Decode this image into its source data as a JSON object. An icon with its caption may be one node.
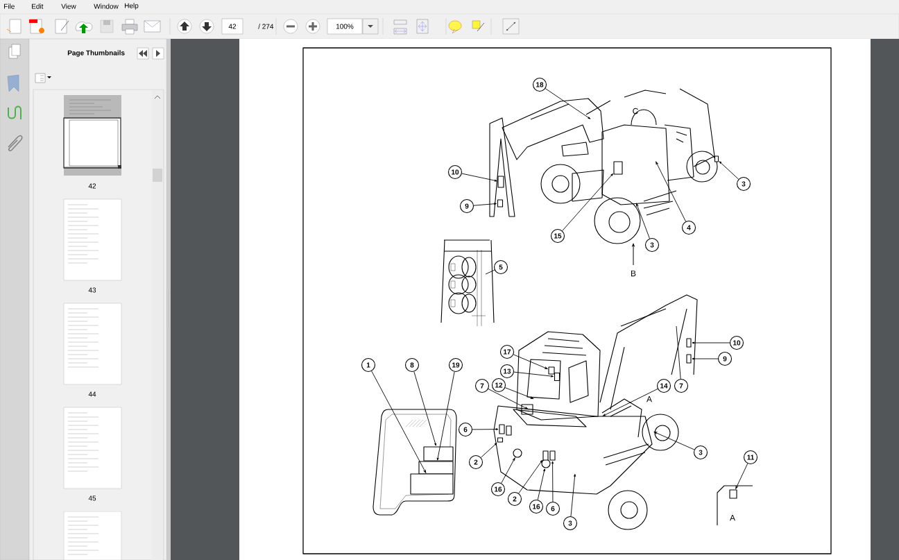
{
  "diagram": {
    "nodes": [
      {
        "text": [
          "18"
        ]
      },
      {
        "text": [
          "10"
        ]
      },
      {
        "text": [
          "3"
        ]
      },
      {
        "text": [
          "9"
        ]
      },
      {
        "text": [
          "4"
        ]
      },
      {
        "text": [
          "15"
        ]
      },
      {
        "text": [
          "3"
        ]
      },
      {
        "text": [
          "5"
        ]
      },
      {
        "text": [
          "10"
        ]
      },
      {
        "text": [
          "17"
        ]
      },
      {
        "text": [
          "9"
        ]
      },
      {
        "text": [
          "1"
        ]
      },
      {
        "text": [
          "8"
        ]
      },
      {
        "text": [
          "19"
        ]
      },
      {
        "text": [
          "13"
        ]
      },
      {
        "text": [
          "7"
        ]
      },
      {
        "text": [
          "12"
        ]
      },
      {
        "text": [
          "14"
        ]
      },
      {
        "text": [
          "7"
        ]
      },
      {
        "text": [
          "6"
        ]
      },
      {
        "text": [
          "3"
        ]
      },
      {
        "text": [
          "11"
        ]
      },
      {
        "text": [
          "2"
        ]
      },
      {
        "text": [
          "16"
        ]
      },
      {
        "text": [
          "2"
        ]
      },
      {
        "text": [
          "16"
        ]
      },
      {
        "text": [
          "6"
        ]
      },
      {
        "text": [
          "3"
        ]
      },
      {
        "text": [],
        "shape": "box"
      },
      {
        "text": [],
        "shape": "box"
      },
      {
        "text": [],
        "shape": "box"
      },
      {
        "text": [],
        "shape": "box"
      },
      {
        "text": [],
        "shape": "box"
      },
      {
        "text": [],
        "shape": "box"
      },
      {
        "text": [],
        "shape": "box"
      },
      {
        "text": [],
        "shape": "box"
      },
      {
        "text": [],
        "shape": "box"
      },
      {
        "text": [],
        "shape": "box"
      },
      {
        "text": [],
        "shape": "box"
      },
      {
        "text": [],
        "shape": "box"
      },
      {
        "text": [],
        "shape": "box"
      },
      {
        "text": [],
        "shape": "circle"
      },
      {
        "text": [],
        "shape": "circle"
      },
      {
        "text": [],
        "shape": "box"
      },
      {
        "text": [],
        "shape": "box"
      },
      {
        "text": [],
        "shape": "box"
      }
    ],
    "edges": [
      {
        "from": 0,
        "to": null,
        "arrow": "to"
      },
      {
        "from": 1,
        "to": 31,
        "arrow": "to"
      },
      {
        "from": 3,
        "to": 32,
        "arrow": "to"
      },
      {
        "from": 2,
        "to": 44,
        "arrow": "to"
      },
      {
        "from": 4,
        "to": null,
        "arrow": "to"
      },
      {
        "from": 5,
        "to": 33,
        "arrow": "to"
      },
      {
        "from": 6,
        "to": null,
        "arrow": "to"
      },
      {
        "from": 7,
        "to": null,
        "arrow": "none"
      },
      {
        "from": 8,
        "to": 34,
        "arrow": "to"
      },
      {
        "from": 9,
        "to": 36,
        "arrow": "to"
      },
      {
        "from": 10,
        "to": 35,
        "arrow": "to"
      },
      {
        "from": 11,
        "to": 30,
        "arrow": "to"
      },
      {
        "from": 12,
        "to": 28,
        "arrow": "to"
      },
      {
        "from": 13,
        "to": 29,
        "arrow": "to"
      },
      {
        "from": 14,
        "to": 37,
        "arrow": "to"
      },
      {
        "from": 15,
        "to": null,
        "arrow": "to"
      },
      {
        "from": 16,
        "to": null,
        "arrow": "to"
      },
      {
        "from": 17,
        "to": null,
        "arrow": "to"
      },
      {
        "from": 19,
        "to": 38,
        "arrow": "to"
      },
      {
        "from": 20,
        "to": null,
        "arrow": "to"
      },
      {
        "from": 21,
        "to": 39,
        "arrow": "to"
      },
      {
        "from": 22,
        "to": 45,
        "arrow": "to"
      },
      {
        "from": 23,
        "to": 42,
        "arrow": "to"
      },
      {
        "from": 24,
        "to": 43,
        "arrow": "to"
      },
      {
        "from": 25,
        "to": 41,
        "arrow": "to"
      },
      {
        "from": 26,
        "to": 40,
        "arrow": "to"
      },
      {
        "from": 27,
        "to": null,
        "arrow": "to"
      },
      {
        "from": 18,
        "to": null,
        "arrow": "none"
      }
    ],
    "labels": [
      "File",
      "Edit",
      "View",
      "Window",
      "Help",
      "42",
      "/ 274",
      "100%",
      "Page Thumbnails",
      "42",
      "43",
      "44",
      "45",
      "C",
      "B",
      "A",
      "A"
    ]
  }
}
